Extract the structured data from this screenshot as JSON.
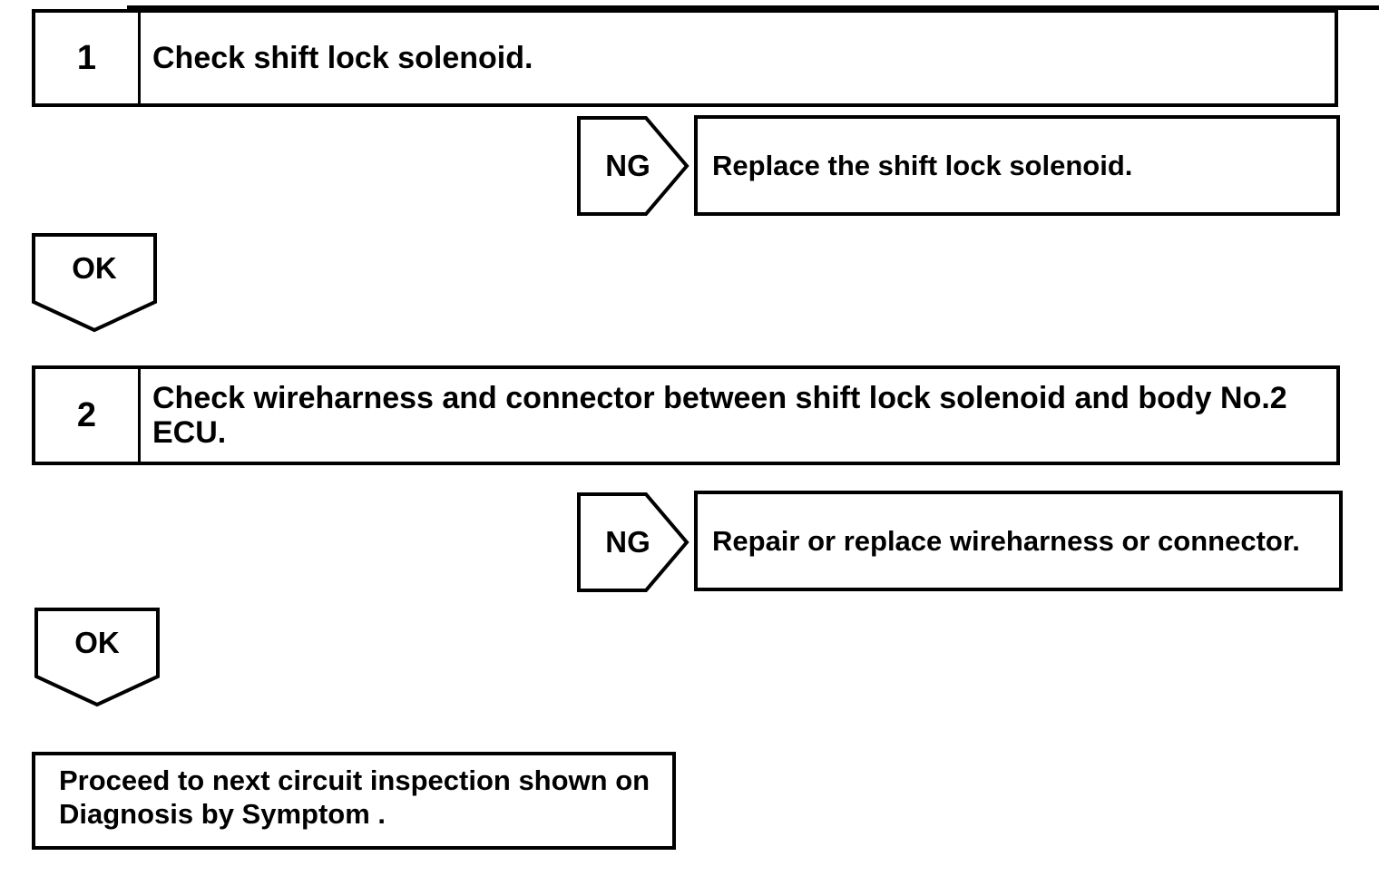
{
  "page": {
    "paper_color": "#ffffff",
    "ink_color": "#000000"
  },
  "flowchart": {
    "steps": [
      {
        "number": "1",
        "instruction_lines": [
          "Check shift lock solenoid."
        ],
        "ng_label": "NG",
        "ng_action_lines": [
          "Replace the shift lock solenoid."
        ],
        "ok_label": "OK"
      },
      {
        "number": "2",
        "instruction_lines": [
          "Check wireharness and connector between shift lock solenoid and body No.2",
          "ECU."
        ],
        "ng_label": "NG",
        "ng_action_lines": [
          "Repair or replace wireharness or connector."
        ],
        "ok_label": "OK"
      }
    ],
    "terminal_lines": [
      "Proceed to next circuit inspection shown on",
      "Diagnosis by Symptom ."
    ]
  }
}
